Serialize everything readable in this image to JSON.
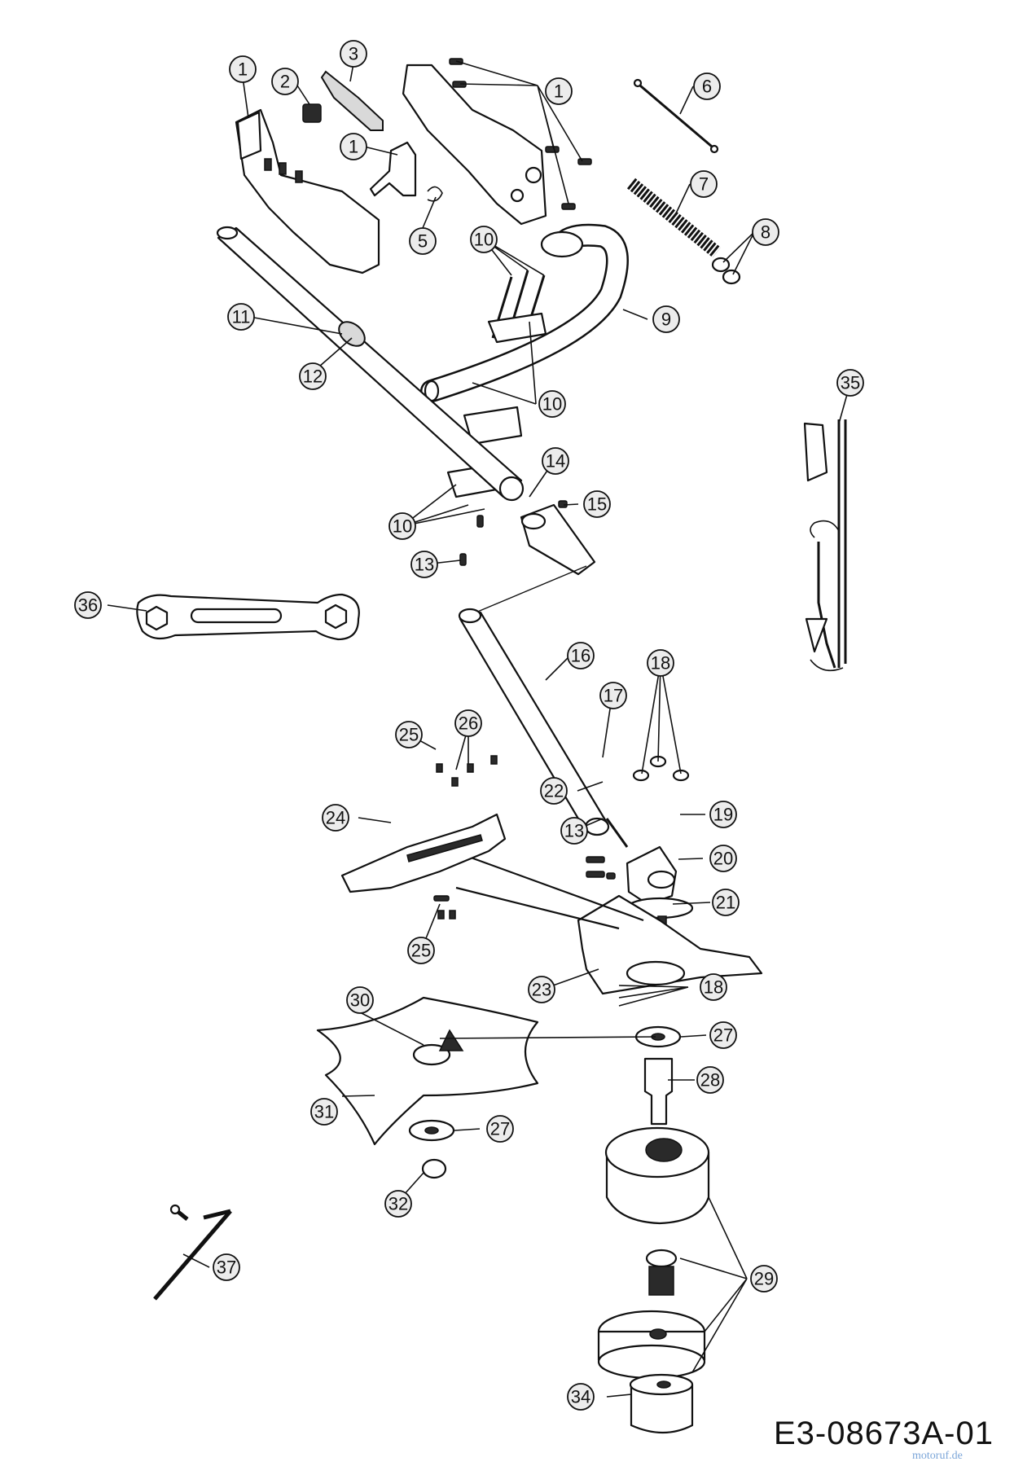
{
  "drawing_number": "E3-08673A-01",
  "watermark": "motoruf.de",
  "callouts": [
    "1",
    "2",
    "3",
    "1",
    "1",
    "5",
    "6",
    "7",
    "8",
    "9",
    "10",
    "10",
    "10",
    "11",
    "12",
    "13",
    "14",
    "15",
    "16",
    "17",
    "18",
    "18",
    "19",
    "20",
    "21",
    "22",
    "13",
    "23",
    "24",
    "25",
    "25",
    "26",
    "27",
    "27",
    "28",
    "29",
    "30",
    "31",
    "32",
    "34",
    "35",
    "36",
    "37"
  ]
}
